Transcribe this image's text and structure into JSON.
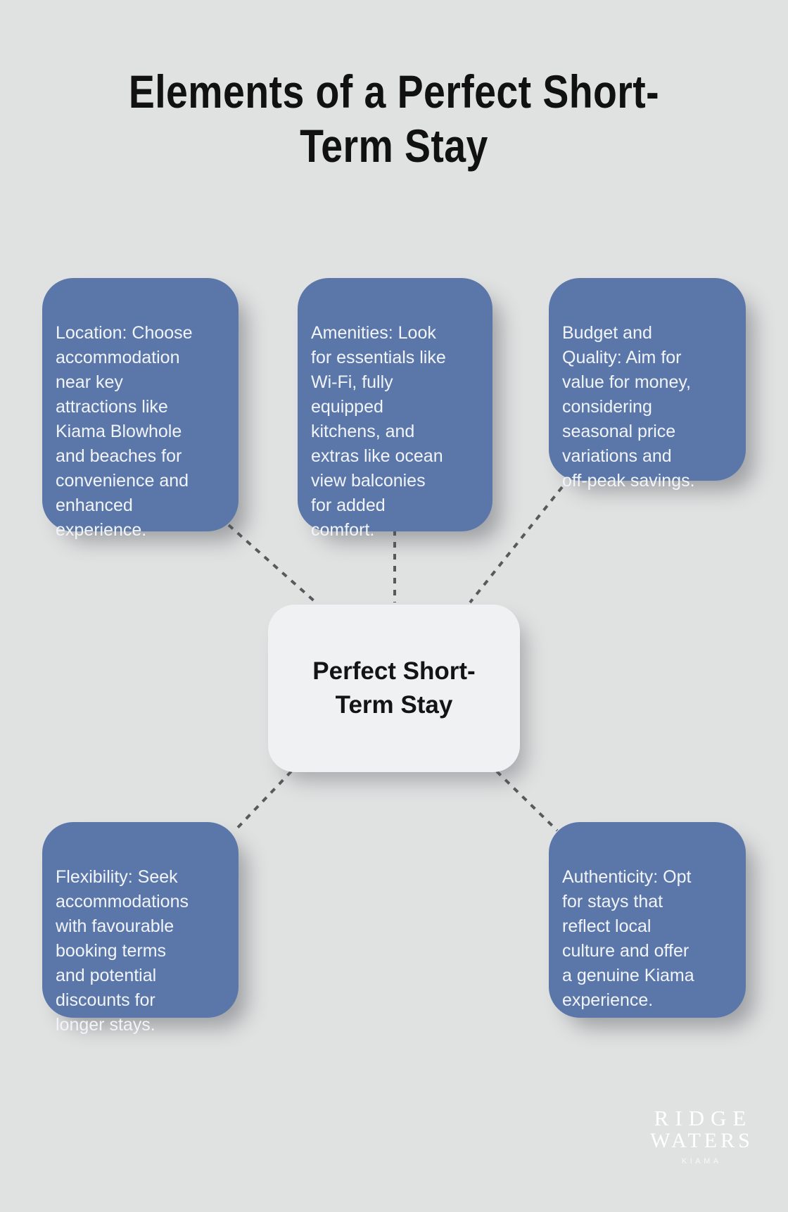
{
  "title": "Elements of a Perfect Short-\nTerm Stay",
  "center_node": {
    "label": "Perfect Short-\nTerm Stay"
  },
  "cards": {
    "location": {
      "text": "Location: Choose\naccommodation\nnear key\nattractions like\nKiama Blowhole\nand beaches for\nconvenience and\nenhanced\nexperience."
    },
    "amenities": {
      "text": "Amenities: Look\nfor essentials like\nWi-Fi, fully\nequipped\nkitchens, and\nextras like ocean\nview balconies\nfor added\ncomfort."
    },
    "budget": {
      "text": "Budget and\nQuality: Aim for\nvalue for money,\nconsidering\nseasonal price\nvariations and\noff-peak savings."
    },
    "flexibility": {
      "text": "Flexibility: Seek\naccommodations\nwith favourable\nbooking terms\nand potential\ndiscounts for\nlonger stays."
    },
    "authenticity": {
      "text": "Authenticity: Opt\nfor stays that\nreflect local\nculture and offer\na genuine Kiama\nexperience."
    }
  },
  "logo": {
    "line1": "RIDGE",
    "line2": "WATERS",
    "line3": "KIAMA"
  },
  "colors": {
    "background": "#e0e1e1",
    "card_fill": "#5b77a9",
    "card_text": "#f1f4f9",
    "center_fill": "#eff1f3",
    "center_text": "#141414",
    "title_text": "#111111",
    "connector": "#58595b",
    "logo_text": "#ffffff"
  }
}
